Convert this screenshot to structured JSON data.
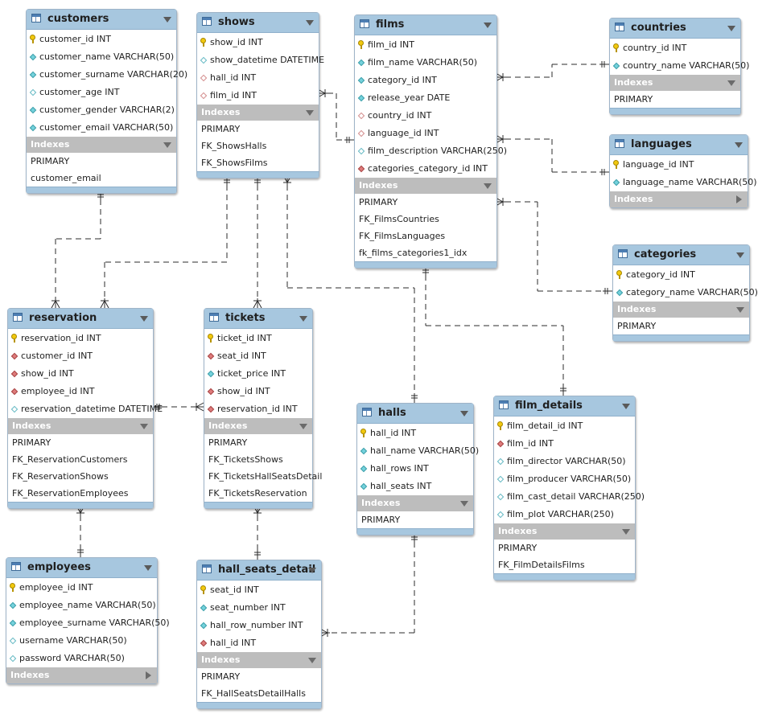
{
  "tables": [
    {
      "id": "customers",
      "name": "customers",
      "columns": [
        {
          "name": "customer_id INT",
          "icon": "primary-key-icon"
        },
        {
          "name": "customer_name VARCHAR(50)",
          "icon": "column-not-null-icon"
        },
        {
          "name": "customer_surname VARCHAR(20)",
          "icon": "column-not-null-icon"
        },
        {
          "name": "customer_age INT",
          "icon": "column-nullable-icon"
        },
        {
          "name": "customer_gender VARCHAR(2)",
          "icon": "column-not-null-icon"
        },
        {
          "name": "customer_email VARCHAR(50)",
          "icon": "column-not-null-icon"
        }
      ],
      "indexes_label": "Indexes",
      "indexes_expanded": true,
      "indexes": [
        "PRIMARY",
        "customer_email"
      ]
    },
    {
      "id": "shows",
      "name": "shows",
      "columns": [
        {
          "name": "show_id INT",
          "icon": "primary-key-icon"
        },
        {
          "name": "show_datetime DATETIME",
          "icon": "column-nullable-icon"
        },
        {
          "name": "hall_id INT",
          "icon": "foreign-key-nullable-icon"
        },
        {
          "name": "film_id INT",
          "icon": "foreign-key-nullable-icon"
        }
      ],
      "indexes_label": "Indexes",
      "indexes_expanded": true,
      "indexes": [
        "PRIMARY",
        "FK_ShowsHalls",
        "FK_ShowsFilms"
      ]
    },
    {
      "id": "films",
      "name": "films",
      "columns": [
        {
          "name": "film_id INT",
          "icon": "primary-key-icon"
        },
        {
          "name": "film_name VARCHAR(50)",
          "icon": "column-not-null-icon"
        },
        {
          "name": "category_id INT",
          "icon": "column-not-null-icon"
        },
        {
          "name": "release_year DATE",
          "icon": "column-not-null-icon"
        },
        {
          "name": "country_id INT",
          "icon": "foreign-key-nullable-icon"
        },
        {
          "name": "language_id INT",
          "icon": "foreign-key-nullable-icon"
        },
        {
          "name": "film_description VARCHAR(250)",
          "icon": "column-nullable-icon"
        },
        {
          "name": "categories_category_id INT",
          "icon": "foreign-key-icon"
        }
      ],
      "indexes_label": "Indexes",
      "indexes_expanded": true,
      "indexes": [
        "PRIMARY",
        "FK_FilmsCountries",
        "FK_FilmsLanguages",
        "fk_films_categories1_idx"
      ]
    },
    {
      "id": "countries",
      "name": "countries",
      "columns": [
        {
          "name": "country_id INT",
          "icon": "primary-key-icon"
        },
        {
          "name": "country_name VARCHAR(50)",
          "icon": "column-not-null-icon"
        }
      ],
      "indexes_label": "Indexes",
      "indexes_expanded": true,
      "indexes": [
        "PRIMARY"
      ]
    },
    {
      "id": "languages",
      "name": "languages",
      "columns": [
        {
          "name": "language_id INT",
          "icon": "primary-key-icon"
        },
        {
          "name": "language_name VARCHAR(50)",
          "icon": "column-not-null-icon"
        }
      ],
      "indexes_label": "Indexes",
      "indexes_expanded": false,
      "indexes": []
    },
    {
      "id": "categories",
      "name": "categories",
      "columns": [
        {
          "name": "category_id INT",
          "icon": "primary-key-icon"
        },
        {
          "name": "category_name VARCHAR(50)",
          "icon": "column-not-null-icon"
        }
      ],
      "indexes_label": "Indexes",
      "indexes_expanded": true,
      "indexes": [
        "PRIMARY"
      ]
    },
    {
      "id": "reservation",
      "name": "reservation",
      "columns": [
        {
          "name": "reservation_id INT",
          "icon": "primary-key-icon"
        },
        {
          "name": "customer_id INT",
          "icon": "foreign-key-icon"
        },
        {
          "name": "show_id INT",
          "icon": "foreign-key-icon"
        },
        {
          "name": "employee_id INT",
          "icon": "foreign-key-icon"
        },
        {
          "name": "reservation_datetime DATETIME",
          "icon": "column-nullable-icon"
        }
      ],
      "indexes_label": "Indexes",
      "indexes_expanded": true,
      "indexes": [
        "PRIMARY",
        "FK_ReservationCustomers",
        "FK_ReservationShows",
        "FK_ReservationEmployees"
      ]
    },
    {
      "id": "tickets",
      "name": "tickets",
      "columns": [
        {
          "name": "ticket_id INT",
          "icon": "primary-key-icon"
        },
        {
          "name": "seat_id INT",
          "icon": "foreign-key-icon"
        },
        {
          "name": "ticket_price INT",
          "icon": "column-not-null-icon"
        },
        {
          "name": "show_id INT",
          "icon": "foreign-key-icon"
        },
        {
          "name": "reservation_id INT",
          "icon": "foreign-key-icon"
        }
      ],
      "indexes_label": "Indexes",
      "indexes_expanded": true,
      "indexes": [
        "PRIMARY",
        "FK_TicketsShows",
        "FK_TicketsHallSeatsDetail",
        "FK_TicketsReservation"
      ]
    },
    {
      "id": "halls",
      "name": "halls",
      "columns": [
        {
          "name": "hall_id INT",
          "icon": "primary-key-icon"
        },
        {
          "name": "hall_name VARCHAR(50)",
          "icon": "column-not-null-icon"
        },
        {
          "name": "hall_rows INT",
          "icon": "column-not-null-icon"
        },
        {
          "name": "hall_seats INT",
          "icon": "column-not-null-icon"
        }
      ],
      "indexes_label": "Indexes",
      "indexes_expanded": true,
      "indexes": [
        "PRIMARY"
      ]
    },
    {
      "id": "film_details",
      "name": "film_details",
      "columns": [
        {
          "name": "film_detail_id INT",
          "icon": "primary-key-icon"
        },
        {
          "name": "film_id INT",
          "icon": "foreign-key-icon"
        },
        {
          "name": "film_director VARCHAR(50)",
          "icon": "column-nullable-icon"
        },
        {
          "name": "film_producer VARCHAR(50)",
          "icon": "column-nullable-icon"
        },
        {
          "name": "film_cast_detail VARCHAR(250)",
          "icon": "column-nullable-icon"
        },
        {
          "name": "film_plot VARCHAR(250)",
          "icon": "column-nullable-icon"
        }
      ],
      "indexes_label": "Indexes",
      "indexes_expanded": true,
      "indexes": [
        "PRIMARY",
        "FK_FilmDetailsFilms"
      ]
    },
    {
      "id": "employees",
      "name": "employees",
      "columns": [
        {
          "name": "employee_id INT",
          "icon": "primary-key-icon"
        },
        {
          "name": "employee_name VARCHAR(50)",
          "icon": "column-not-null-icon"
        },
        {
          "name": "employee_surname VARCHAR(50)",
          "icon": "column-not-null-icon"
        },
        {
          "name": "username VARCHAR(50)",
          "icon": "column-nullable-icon"
        },
        {
          "name": "password VARCHAR(50)",
          "icon": "column-nullable-icon"
        }
      ],
      "indexes_label": "Indexes",
      "indexes_expanded": false,
      "indexes": []
    },
    {
      "id": "hall_seats_detail",
      "name": "hall_seats_detail",
      "columns": [
        {
          "name": "seat_id INT",
          "icon": "primary-key-icon"
        },
        {
          "name": "seat_number INT",
          "icon": "column-not-null-icon"
        },
        {
          "name": "hall_row_number INT",
          "icon": "column-not-null-icon"
        },
        {
          "name": "hall_id INT",
          "icon": "foreign-key-icon"
        }
      ],
      "indexes_label": "Indexes",
      "indexes_expanded": true,
      "indexes": [
        "PRIMARY",
        "FK_HallSeatsDetailHalls"
      ]
    }
  ],
  "relationships": [
    {
      "parent": "customers",
      "child": "reservation",
      "notation": "one-to-many"
    },
    {
      "parent": "shows",
      "child": "reservation",
      "notation": "one-to-many"
    },
    {
      "parent": "shows",
      "child": "tickets",
      "notation": "one-to-many"
    },
    {
      "parent": "halls",
      "child": "shows",
      "notation": "one-to-many"
    },
    {
      "parent": "films",
      "child": "shows",
      "notation": "one-to-many"
    },
    {
      "parent": "countries",
      "child": "films",
      "notation": "one-to-many"
    },
    {
      "parent": "languages",
      "child": "films",
      "notation": "one-to-many"
    },
    {
      "parent": "categories",
      "child": "films",
      "notation": "one-to-many"
    },
    {
      "parent": "films",
      "child": "film_details",
      "notation": "one-to-one"
    },
    {
      "parent": "reservation",
      "child": "tickets",
      "notation": "one-to-many"
    },
    {
      "parent": "employees",
      "child": "reservation",
      "notation": "one-to-many"
    },
    {
      "parent": "hall_seats_detail",
      "child": "tickets",
      "notation": "one-to-many"
    },
    {
      "parent": "halls",
      "child": "hall_seats_detail",
      "notation": "one-to-many"
    }
  ],
  "colors": {
    "header": "#a7c7df",
    "indexes_bar": "#bdbdbd",
    "connector": "#2b2b2b"
  }
}
